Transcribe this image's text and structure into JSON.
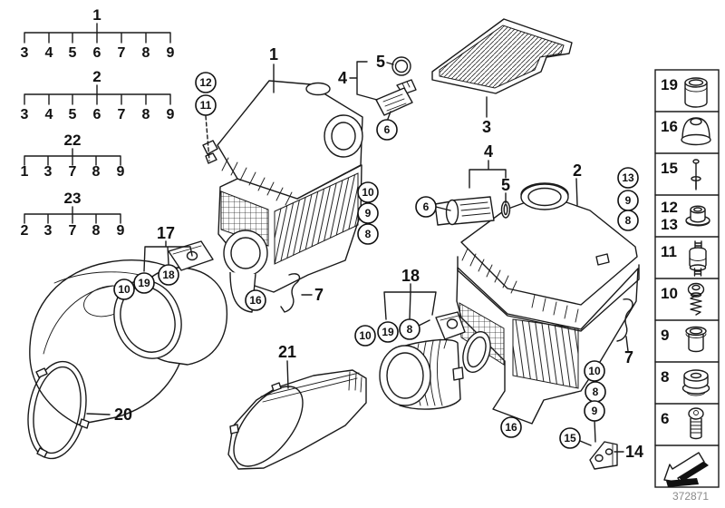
{
  "diagram": {
    "id_number": "372871"
  },
  "colors": {
    "line": "#1a1a1a",
    "id_text": "#8a8a8a",
    "background": "#ffffff"
  },
  "trees": [
    {
      "parent": "1",
      "children": [
        "3",
        "4",
        "5",
        "6",
        "7",
        "8",
        "9"
      ]
    },
    {
      "parent": "2",
      "children": [
        "3",
        "4",
        "5",
        "6",
        "7",
        "8",
        "9"
      ]
    },
    {
      "parent": "22",
      "children": [
        "1",
        "3",
        "7",
        "8",
        "9"
      ]
    },
    {
      "parent": "23",
      "children": [
        "2",
        "3",
        "7",
        "8",
        "9"
      ]
    }
  ],
  "part_labels": {
    "housing_left": "1",
    "housing_right": "2",
    "filter_element": "3",
    "maf_group_top": "4",
    "oring_top": "5",
    "maf_group_right": "4",
    "oring_right": "5",
    "bracket_group_17": "17",
    "boot_group_18": "18",
    "clip_left": "7",
    "clip_right": "7",
    "bracket_14": "14",
    "scoop_20": "20",
    "pipe_21": "21"
  },
  "callouts": [
    "12",
    "11",
    "6",
    "10",
    "9",
    "8",
    "16",
    "10",
    "19",
    "18",
    "6",
    "13",
    "9",
    "8",
    "10",
    "19",
    "8",
    "16",
    "10",
    "8",
    "9",
    "15"
  ],
  "legend": {
    "rows": [
      {
        "n": "19",
        "icon": "sleeve-bushing-icon"
      },
      {
        "n": "16",
        "icon": "blind-plug-icon"
      },
      {
        "n": "15",
        "icon": "expanding-rivet-icon"
      },
      {
        "n": "12",
        "n2": "13",
        "icon": "hex-flange-nut-icon"
      },
      {
        "n": "11",
        "icon": "vibration-damper-icon"
      },
      {
        "n": "10",
        "icon": "tapping-screw-icon"
      },
      {
        "n": "9",
        "icon": "spacer-bushing-icon"
      },
      {
        "n": "8",
        "icon": "rubber-grommet-icon"
      },
      {
        "n": "6",
        "icon": "torx-bolt-icon"
      }
    ],
    "footer_arrow_icon": "direction-arrow-icon"
  }
}
